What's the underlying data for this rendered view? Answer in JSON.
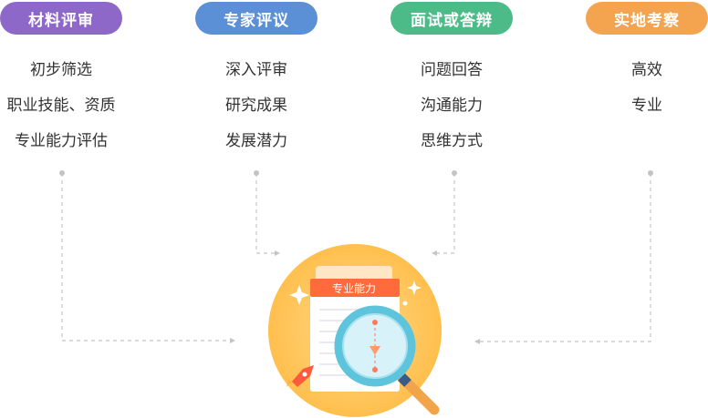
{
  "categories": [
    {
      "title": "材料评审",
      "color": "#8e68c9",
      "items": [
        "初步筛选",
        "职业技能、资质",
        "专业能力评估"
      ]
    },
    {
      "title": "专家评议",
      "color": "#5b8fd6",
      "items": [
        "深入评审",
        "研究成果",
        "发展潜力"
      ]
    },
    {
      "title": "面试或答辩",
      "color": "#4dbb88",
      "items": [
        "问题回答",
        "沟通能力",
        "思维方式"
      ]
    },
    {
      "title": "实地考察",
      "color": "#f4a34f",
      "items": [
        "高效",
        "专业"
      ]
    }
  ],
  "center": {
    "label": "专业能力"
  }
}
